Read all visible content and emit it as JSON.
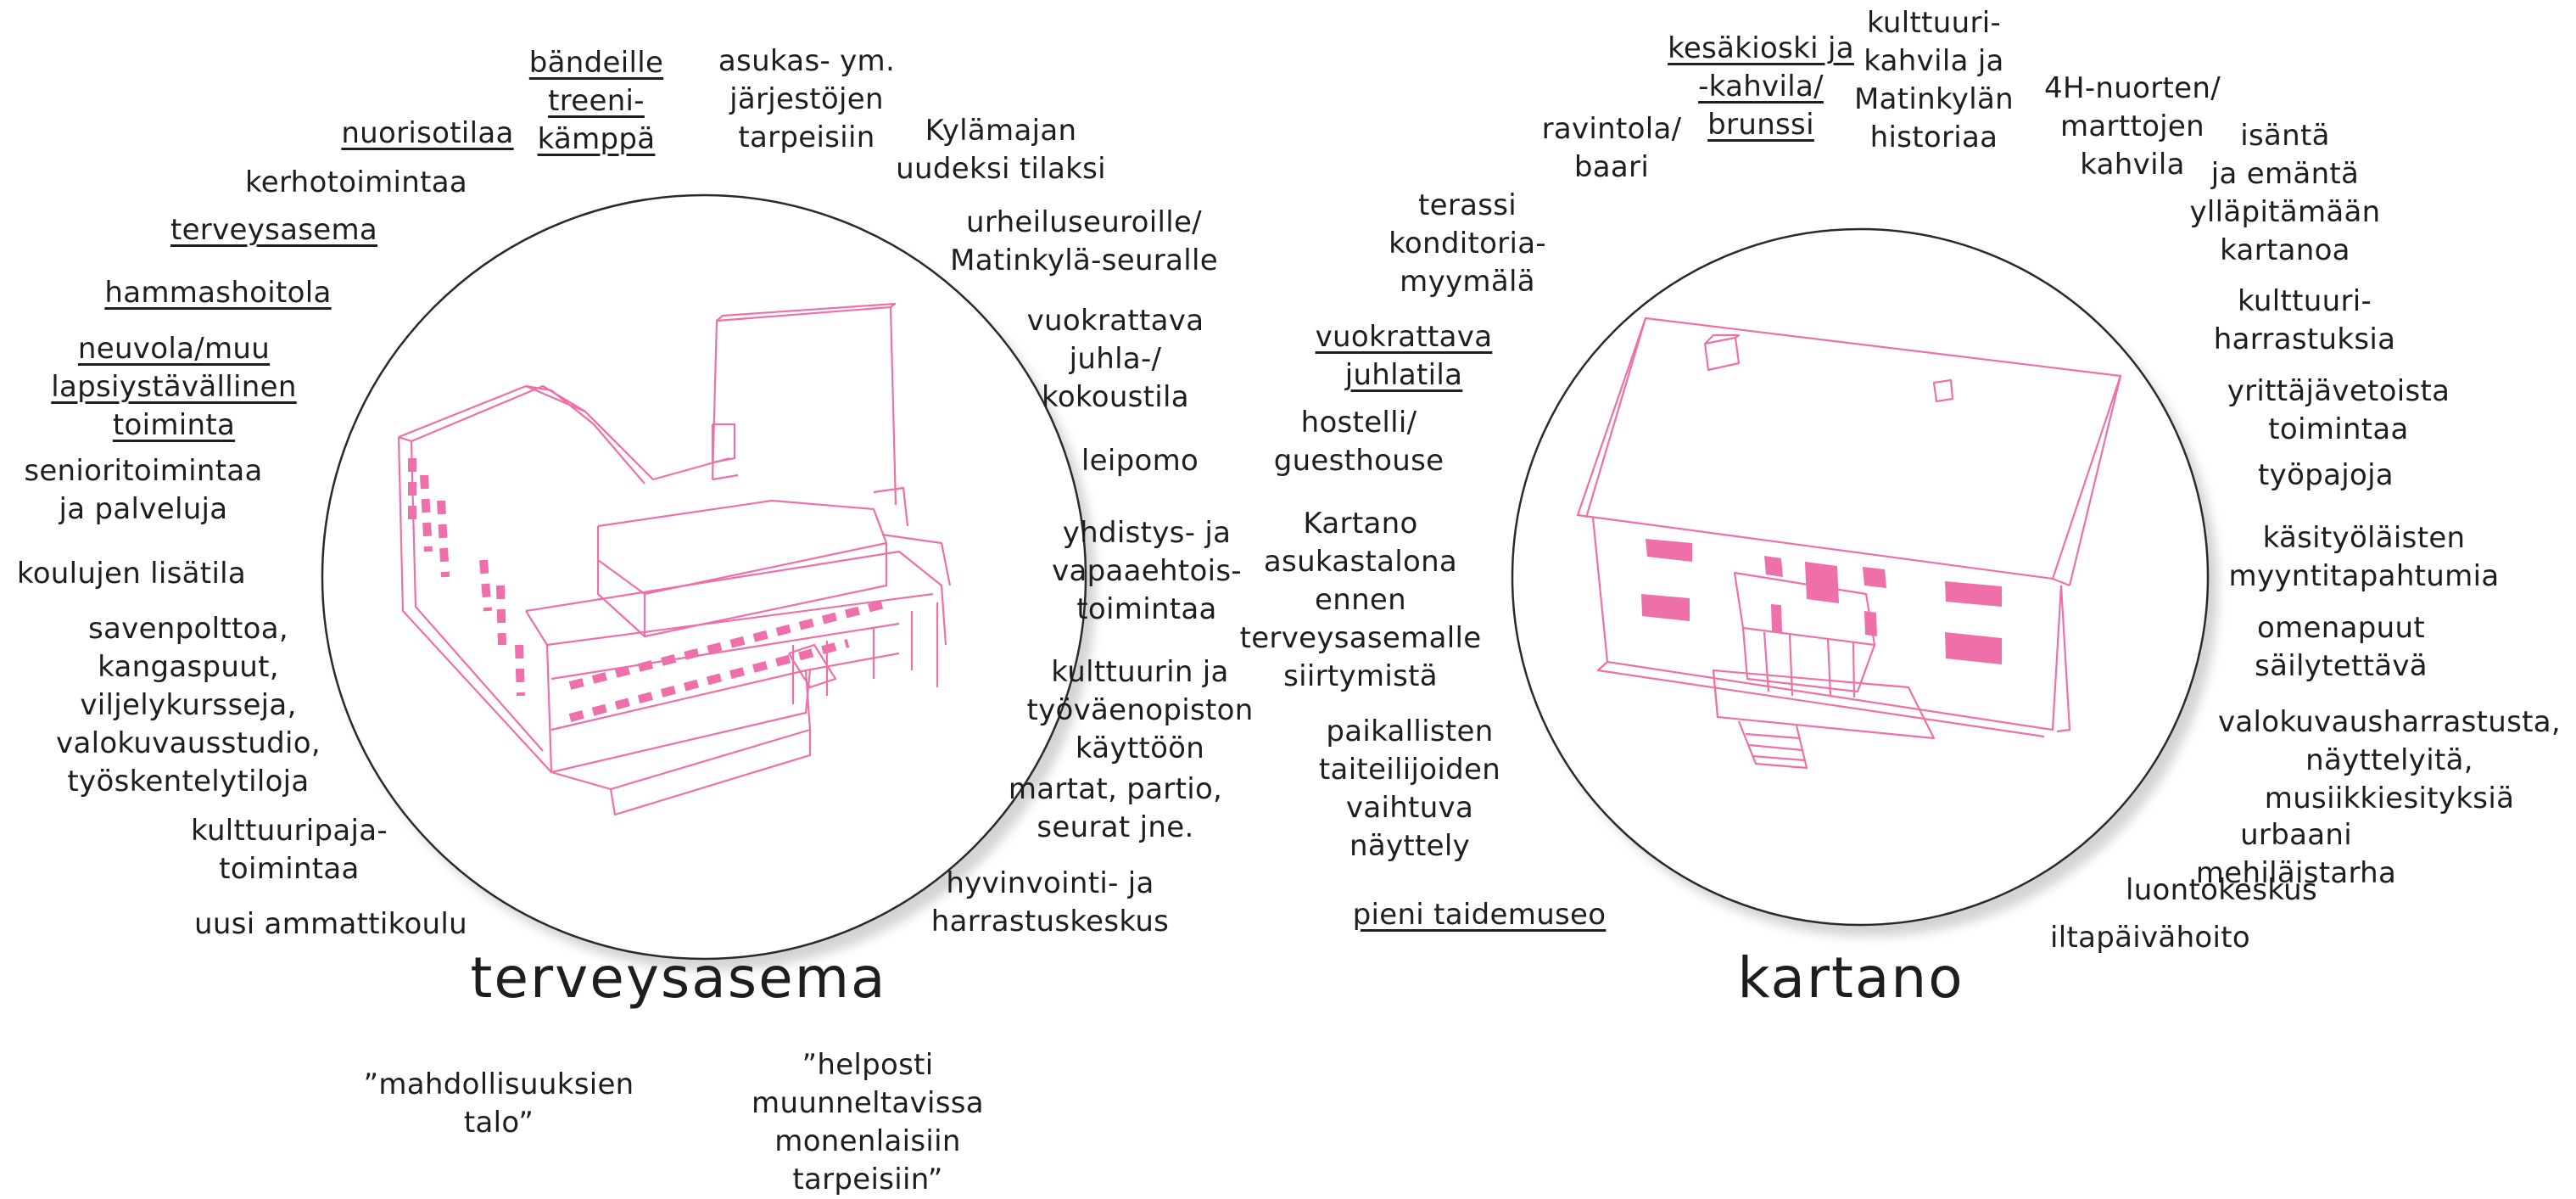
{
  "accent": "#ee6fa9",
  "left": {
    "title": "terveysasema",
    "labels": [
      "nuorisotilaa",
      "bändeille\ntreeni-\nkämppä",
      "asukas- ym.\njärjestöjen\ntarpeisiin",
      "Kylämajan\nuudeksi tilaksi",
      "kerhotoimintaa",
      "terveysasema",
      "urheiluseuroille/\nMatinkylä-seuralle",
      "hammashoitola",
      "vuokrattava\njuhla-/\nkokoustila",
      "neuvola/muu\nlapsiystävällinen\ntoiminta",
      "senioritoimintaa\nja palveluja",
      "leipomo",
      "koulujen lisätila",
      "yhdistys- ja\nvapaaehtois-\ntoimintaa",
      "savenpolttoa,\nkangaspuut,\nviljelykursseja,\nvalokuvausstudio,\ntyöskentelytiloja",
      "kulttuurin ja\ntyöväenopiston\nkäyttöön",
      "martat, partio,\nseurat jne.",
      "kulttuuripaja-\ntoimintaa",
      "hyvinvointi- ja\nharrastuskeskus",
      "uusi ammattikoulu"
    ],
    "quotes": [
      "”mahdollisuuksien\ntalo”",
      "”helposti\nmuunneltavissa\nmonenlaisiin\ntarpeisiin”"
    ]
  },
  "right": {
    "title": "kartano",
    "labels": [
      "kesäkioski ja\n-kahvila/\nbrunssi",
      "kulttuuri-\nkahvila ja\nMatinkylän\nhistoriaa",
      "4H-nuorten/\nmarttojen\nkahvila",
      "ravintola/\nbaari",
      "isäntä\nja emäntä\nylläpitämään\nkartanoa",
      "terassi\nkonditoria-\nmyymälä",
      "kulttuuri-\nharrastuksia",
      "vuokrattava\njuhlatila",
      "yrittäjävetoista\ntoimintaa",
      "hostelli/\nguesthouse",
      "työpajoja",
      "Kartano\nasukastalona\nennen\nterveysasemalle\nsiirtymistä",
      "käsityöläisten\nmyyntitapahtumia",
      "omenapuut\nsäilytettävä",
      "paikallisten\ntaiteilijoiden\nvaihtuva\nnäyttely",
      "valokuvausharrastusta,\nnäyttelyitä,\nmusiikkiesityksiä",
      "urbaani mehiläistarha",
      "luontokeskus",
      "pieni taidemuseo",
      "iltapäivähoito"
    ]
  }
}
